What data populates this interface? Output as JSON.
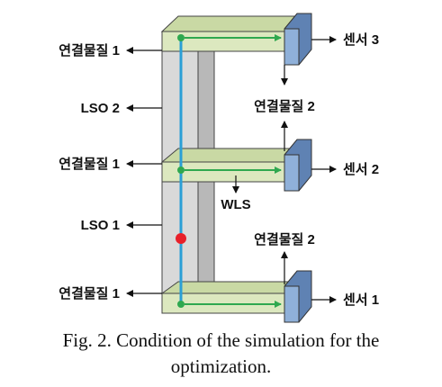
{
  "labels": {
    "connector_top": "연결물질 1",
    "lso2": "LSO 2",
    "connector_mid": "연결물질 1",
    "lso1": "LSO 1",
    "connector_bottom": "연결물질 1",
    "connector2_upper": "연결물질 2",
    "connector2_lower": "연결물질 2",
    "wls": "WLS",
    "sensor3": "센서 3",
    "sensor2": "센서 2",
    "sensor1": "센서 1"
  },
  "caption": {
    "line1": "Fig. 2. Condition of the simulation for the",
    "line2": "optimization."
  },
  "colors": {
    "fiber": "#2a9fd6",
    "guide": "#2fa84f",
    "source": "#e8202a",
    "plate": "#dce8bf",
    "sensor": "#7f9fc8",
    "lso": "#d9d9d9"
  }
}
